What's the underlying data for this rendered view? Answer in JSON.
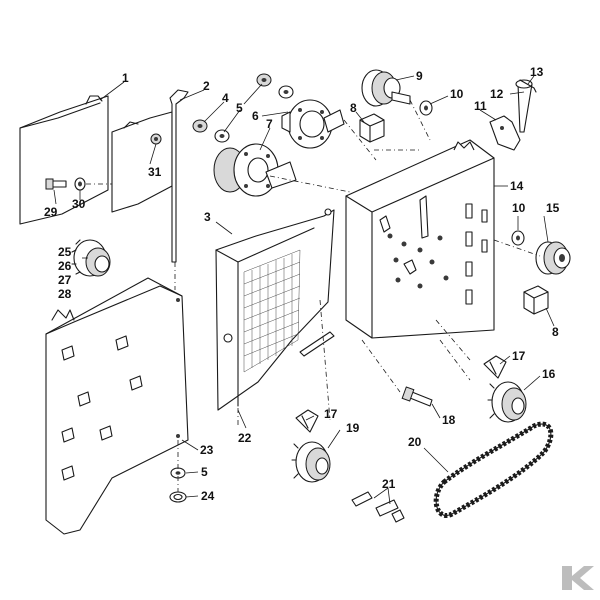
{
  "callouts": {
    "n1": "1",
    "n2": "2",
    "n3": "3",
    "n4": "4",
    "n5a": "5",
    "n5b": "5",
    "n6": "6",
    "n7": "7",
    "n8a": "8",
    "n8b": "8",
    "n9": "9",
    "n10a": "10",
    "n10b": "10",
    "n11": "11",
    "n12": "12",
    "n13": "13",
    "n14": "14",
    "n15": "15",
    "n16": "16",
    "n17a": "17",
    "n17b": "17",
    "n18": "18",
    "n19": "19",
    "n20": "20",
    "n21": "21",
    "n22": "22",
    "n23": "23",
    "n24": "24",
    "n25": "25",
    "n26": "26",
    "n27": "27",
    "n28": "28",
    "n29": "29",
    "n30": "30",
    "n31": "31"
  },
  "logo": {
    "icon": "brand-k-logo-icon",
    "color": "#bdbdbd"
  }
}
